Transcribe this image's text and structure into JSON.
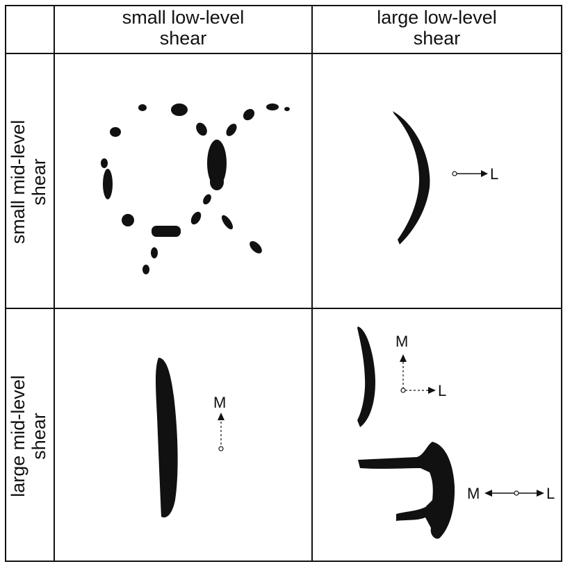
{
  "columns": [
    {
      "line1": "small low-level",
      "line2": "shear"
    },
    {
      "line1": "large low-level",
      "line2": "shear"
    }
  ],
  "rows": [
    {
      "line1": "small mid-level",
      "line2": "shear"
    },
    {
      "line1": "large mid-level",
      "line2": "shear"
    }
  ],
  "labels": {
    "top_right_L": "L",
    "bottom_left_M": "M",
    "bottom_right_upper_M": "M",
    "bottom_right_upper_L": "L",
    "bottom_right_lower_M": "M",
    "bottom_right_lower_L": "L"
  }
}
